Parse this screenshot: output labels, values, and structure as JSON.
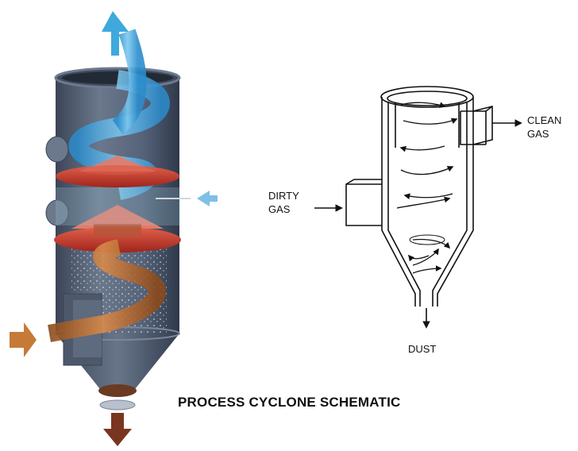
{
  "title": "PROCESS CYCLONE SCHEMATIC",
  "labels": {
    "dirty_gas_1": "DIRTY",
    "dirty_gas_2": "GAS",
    "clean_gas_1": "CLEAN",
    "clean_gas_2": "GAS",
    "dust": "DUST"
  },
  "colors": {
    "body": "#525f72",
    "clean_flow": "#3fa8dc",
    "dirty_flow": "#b8642a",
    "baffle": "#c8302a",
    "dust_out": "#7a3520",
    "line": "#111111"
  },
  "icons": [
    "clean-gas-outlet-arrow",
    "dirty-gas-inlet-arrow",
    "dust-outlet-arrow",
    "side-inlet-arrow"
  ]
}
